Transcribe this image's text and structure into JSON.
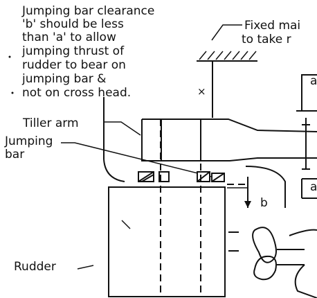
{
  "notes": {
    "clearance_lines": [
      "Jumping bar clearance",
      "'b' should be less",
      "than 'a' to allow",
      "jumping thrust of",
      "rudder to bear on",
      "jumping bar &",
      "not on cross head."
    ],
    "fixed_lines": [
      "Fixed mai",
      "to take r"
    ]
  },
  "labels": {
    "tiller_arm": "Tiller arm",
    "jumping_bar": [
      "Jumping",
      "bar"
    ],
    "rudder": "Rudder",
    "dim_a": "a",
    "dim_b": "b",
    "x_mark": "×"
  }
}
